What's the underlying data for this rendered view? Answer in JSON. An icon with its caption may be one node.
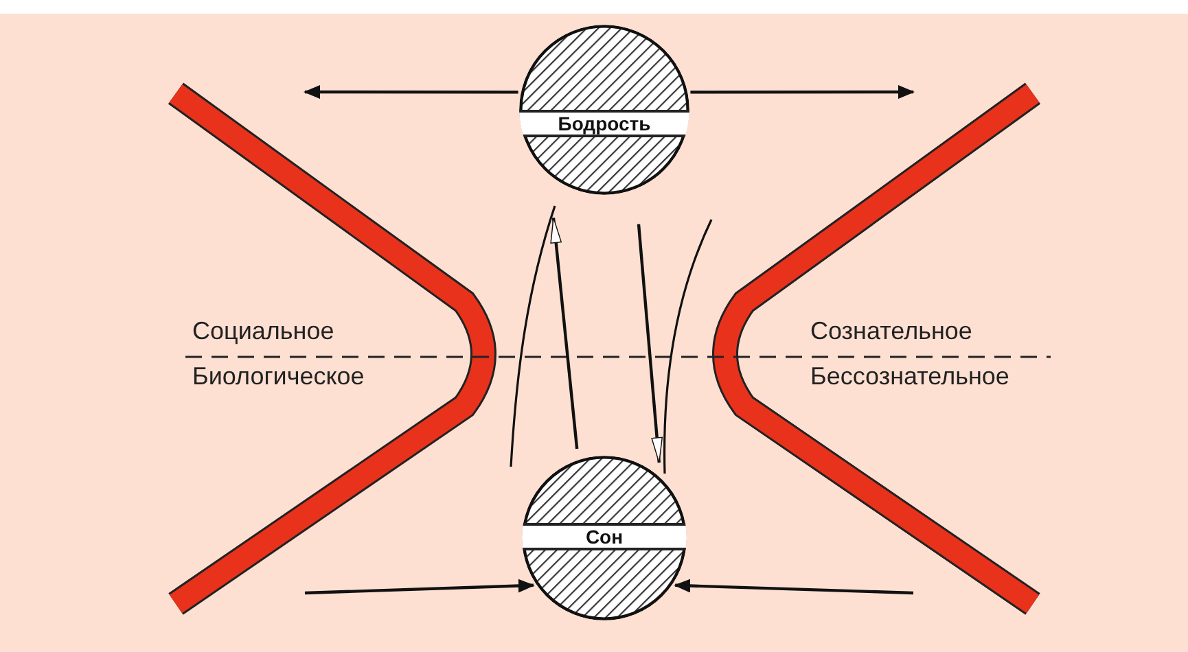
{
  "diagram": {
    "nodes": [
      {
        "text": [
          "Бодрость"
        ]
      },
      {
        "text": [
          "Сон"
        ]
      }
    ],
    "edges": [
      {
        "from": 0,
        "to": null,
        "arrow": "to"
      },
      {
        "from": 0,
        "to": null,
        "arrow": "to"
      },
      {
        "from": null,
        "to": 1,
        "arrow": "to"
      },
      {
        "from": null,
        "to": 1,
        "arrow": "to"
      },
      {
        "from": 1,
        "to": 0,
        "arrow": "to"
      },
      {
        "from": 0,
        "to": 1,
        "arrow": "to"
      }
    ],
    "labels": [
      "Социальное",
      "Биологическое",
      "Сознательное",
      "Бессознательное"
    ]
  }
}
